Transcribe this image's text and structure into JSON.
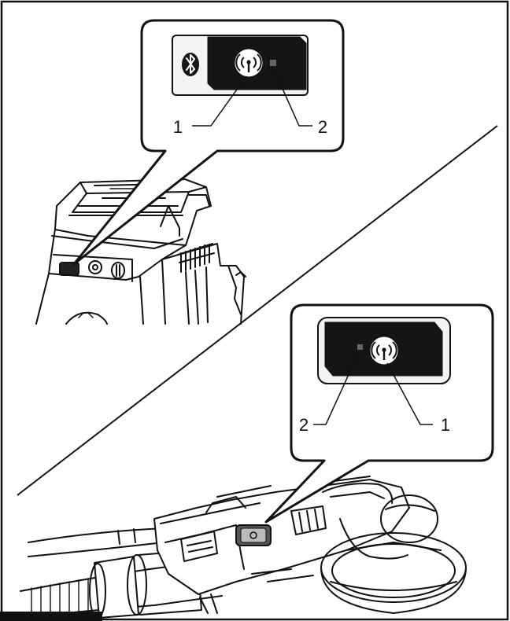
{
  "callouts": {
    "top": {
      "left_label": "1",
      "right_label": "2"
    },
    "bottom": {
      "left_label": "2",
      "right_label": "1"
    }
  },
  "colors": {
    "line": "#111111",
    "panel_dark": "#151515",
    "panel_light": "#f3f3f3",
    "background": "#ffffff"
  },
  "icons": {
    "top_panel": [
      "bluetooth-icon",
      "wireless-activation-button-icon",
      "indicator-lamp-icon"
    ],
    "bottom_panel": [
      "indicator-lamp-icon",
      "wireless-activation-button-icon"
    ]
  }
}
